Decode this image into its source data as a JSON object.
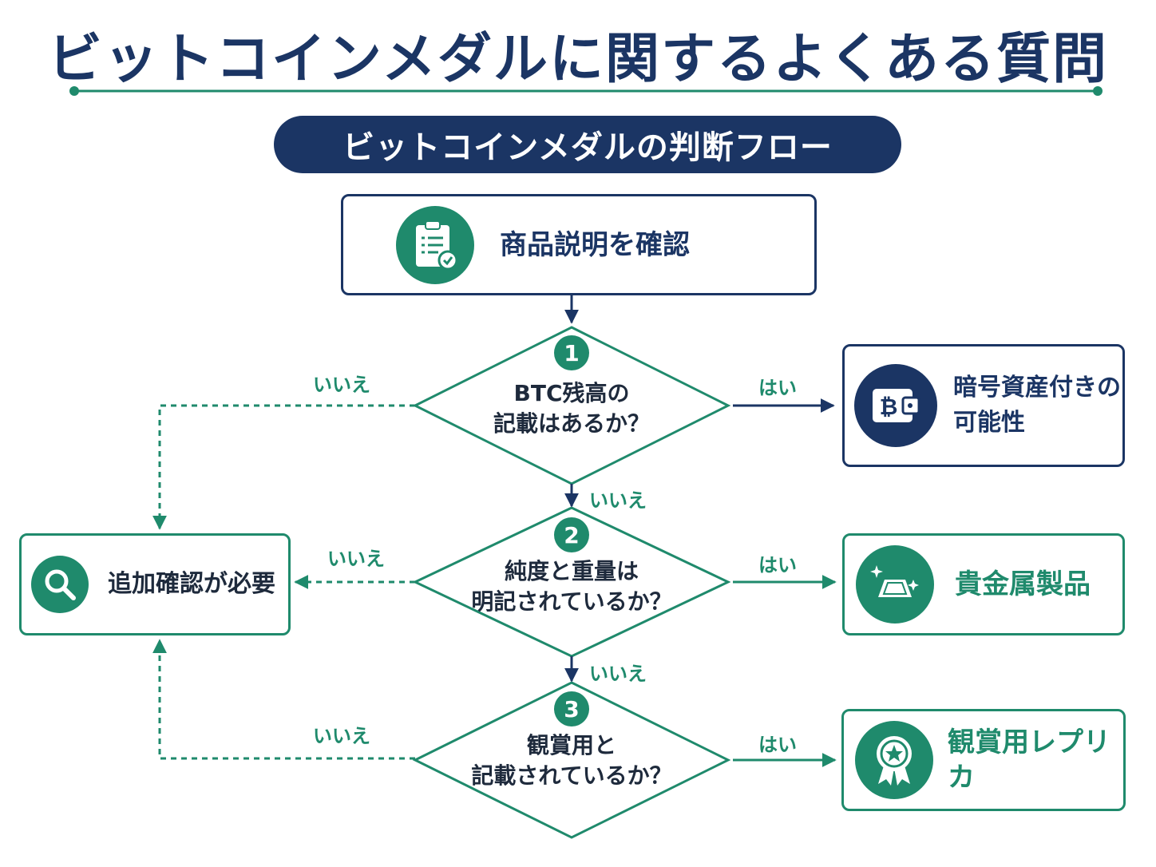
{
  "title": "ビットコインメダルに関するよくある質問",
  "flow_title": "ビットコインメダルの判断フロー",
  "start": {
    "label": "商品説明を確認",
    "icon": "clipboard-check-icon"
  },
  "questions": [
    {
      "number": "1",
      "line1": "BTC残高の",
      "line2": "記載はあるか？"
    },
    {
      "number": "2",
      "line1": "純度と重量は",
      "line2": "明記されているか？"
    },
    {
      "number": "3",
      "line1": "観賞用と",
      "line2": "記載されているか？"
    }
  ],
  "outcomes": [
    {
      "line1": "暗号資産付きの",
      "line2": "可能性",
      "icon": "bitcoin-wallet-icon"
    },
    {
      "label": "貴金属製品",
      "icon": "gold-bar-icon"
    },
    {
      "label": "観賞用レプリカ",
      "icon": "award-ribbon-icon"
    }
  ],
  "additional": {
    "label": "追加確認が必要",
    "icon": "magnifier-icon"
  },
  "yes_label": "はい",
  "no_label": "いいえ",
  "colors": {
    "navy": "#1b3564",
    "green": "#1f8a6c"
  }
}
